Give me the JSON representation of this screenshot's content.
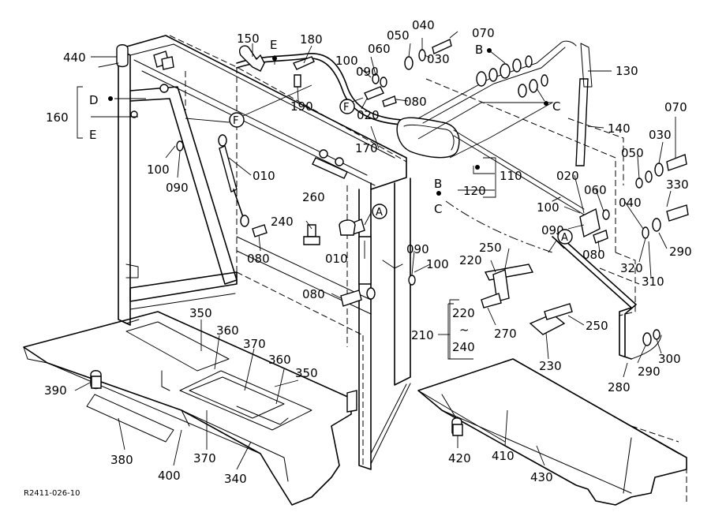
{
  "diagram_code": "R2411-026-10",
  "callouts": {
    "c440": "440",
    "c150": "150",
    "c180": "180",
    "c050a": "050",
    "c040a": "040",
    "c070a": "070",
    "c060a": "060",
    "c030a": "030",
    "c100a": "100",
    "c090a": "090",
    "c080a": "080",
    "c020a": "020",
    "c190": "190",
    "c130": "130",
    "c140": "140",
    "c070b": "070",
    "c030b": "030",
    "c050b": "050",
    "c160": "160",
    "c100b": "100",
    "c090b": "090",
    "c010a": "010",
    "c170": "170",
    "c110": "110",
    "c120": "120",
    "c260": "260",
    "c240": "240",
    "c080b": "080",
    "c010b": "010",
    "c020b": "020",
    "c060b": "060",
    "c040b": "040",
    "c330": "330",
    "c100c": "100",
    "c090c": "090",
    "c080c": "080",
    "c290a": "290",
    "c320": "320",
    "c310": "310",
    "c250a": "250",
    "c220a": "220",
    "c090d": "090",
    "c100d": "100",
    "c080d": "080",
    "c270": "270",
    "c250b": "250",
    "c210": "210",
    "c220b": "220",
    "c240b": "240",
    "c230": "230",
    "c350a": "350",
    "c360a": "360",
    "c370a": "370",
    "c360b": "360",
    "c350b": "350",
    "c390": "390",
    "c380": "380",
    "c370b": "370",
    "c400": "400",
    "c340": "340",
    "c420": "420",
    "c410": "410",
    "c430": "430",
    "c280": "280",
    "c290b": "290",
    "c300": "300"
  },
  "range_tilde": "~",
  "ref_letters": {
    "d1": "D",
    "e1": "E",
    "e2": "E",
    "b1": "B",
    "c1": "C",
    "b2": "B",
    "c2": "C",
    "f1": "F",
    "f2": "F",
    "a1": "A",
    "a2": "A"
  }
}
